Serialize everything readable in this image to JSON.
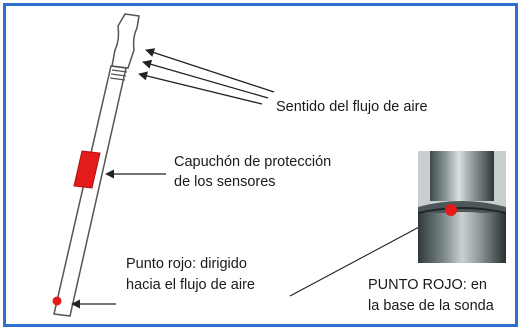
{
  "labels": {
    "airflow": "Sentido del flujo de aire",
    "cap_line1": "Capuchón de protección",
    "cap_line2": "de los sensores",
    "dot_line1": "Punto rojo: dirigido",
    "dot_line2": "hacia el flujo de aire",
    "base_line1": "PUNTO ROJO: en",
    "base_line2": "la base de la sonda"
  },
  "colors": {
    "frame_border": "#2e6fd0",
    "sensor_cap": "#e31b1b",
    "red_dot": "#e31b1b",
    "probe_outline": "#555555",
    "arrow": "#222222"
  }
}
